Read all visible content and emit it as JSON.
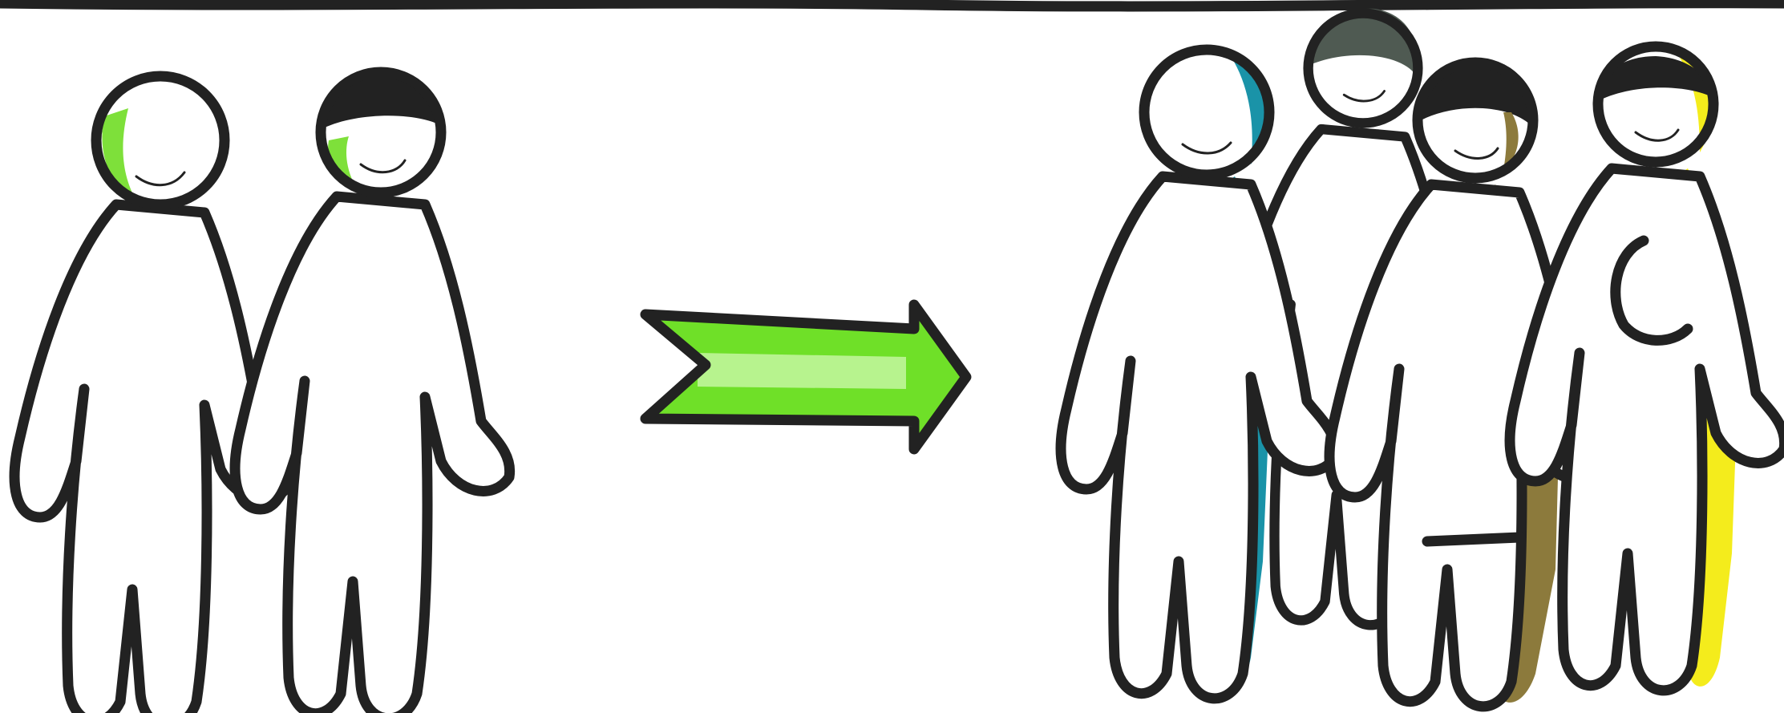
{
  "illustration": {
    "style": "hand-drawn marker sketch",
    "left_group": {
      "people": [
        {
          "id": "person-1",
          "accent": "#7ee03a"
        },
        {
          "id": "person-2",
          "accent": "#7ee03a"
        }
      ]
    },
    "arrow": {
      "direction": "right",
      "accent": "#6fe028"
    },
    "right_group": {
      "people": [
        {
          "id": "person-teal",
          "accent": "#1a93a8"
        },
        {
          "id": "person-dark-gray",
          "accent": "#4f5a52"
        },
        {
          "id": "person-olive",
          "accent": "#8c7a3c"
        },
        {
          "id": "person-yellow",
          "accent": "#f4ec1c"
        }
      ]
    },
    "colors": {
      "outline": "#222222",
      "background": "#ffffff"
    }
  }
}
